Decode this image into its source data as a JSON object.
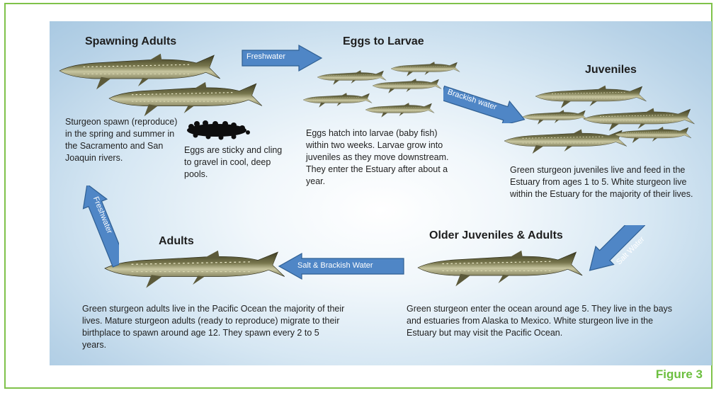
{
  "diagram": {
    "stages": {
      "spawning_adults": {
        "title": "Spawning Adults",
        "text": "Sturgeon spawn (reproduce) in the spring and summer in the Sacramento and San Joaquin rivers.",
        "eggs_text": "Eggs are sticky and cling to gravel in cool, deep pools."
      },
      "eggs_to_larvae": {
        "title": "Eggs to Larvae",
        "text": "Eggs hatch into larvae (baby fish) within two weeks. Larvae grow into juveniles as they move downstream. They enter the Estuary after about a year."
      },
      "juveniles": {
        "title": "Juveniles",
        "text": "Green sturgeon juveniles live and feed in the Estuary from ages 1 to 5. White sturgeon live within the Estuary for the majority of their lives."
      },
      "older_juveniles_adults": {
        "title": "Older Juveniles & Adults",
        "text": "Green sturgeon enter the ocean around age 5. They live in the bays and estuaries from Alaska to Mexico. White sturgeon live in the Estuary but may visit the Pacific Ocean."
      },
      "adults": {
        "title": "Adults",
        "text": "Green sturgeon adults live in the Pacific Ocean the majority of their lives. Mature sturgeon adults (ready to reproduce) migrate to their birthplace to spawn around age 12. They spawn every 2 to 5 years."
      }
    },
    "arrows": {
      "spawn_to_eggs": "Freshwater",
      "eggs_to_juveniles": "Brackish water",
      "juveniles_to_older": "Salt Water",
      "older_to_adults": "Salt & Brackish Water",
      "adults_to_spawn": "Freshwater"
    },
    "figure_label": "Figure 3",
    "colors": {
      "frame": "#7fc24a",
      "arrow_fill": "#4f86c6",
      "arrow_stroke": "#2f5f93",
      "fish_body": "#5c5a3a"
    }
  }
}
